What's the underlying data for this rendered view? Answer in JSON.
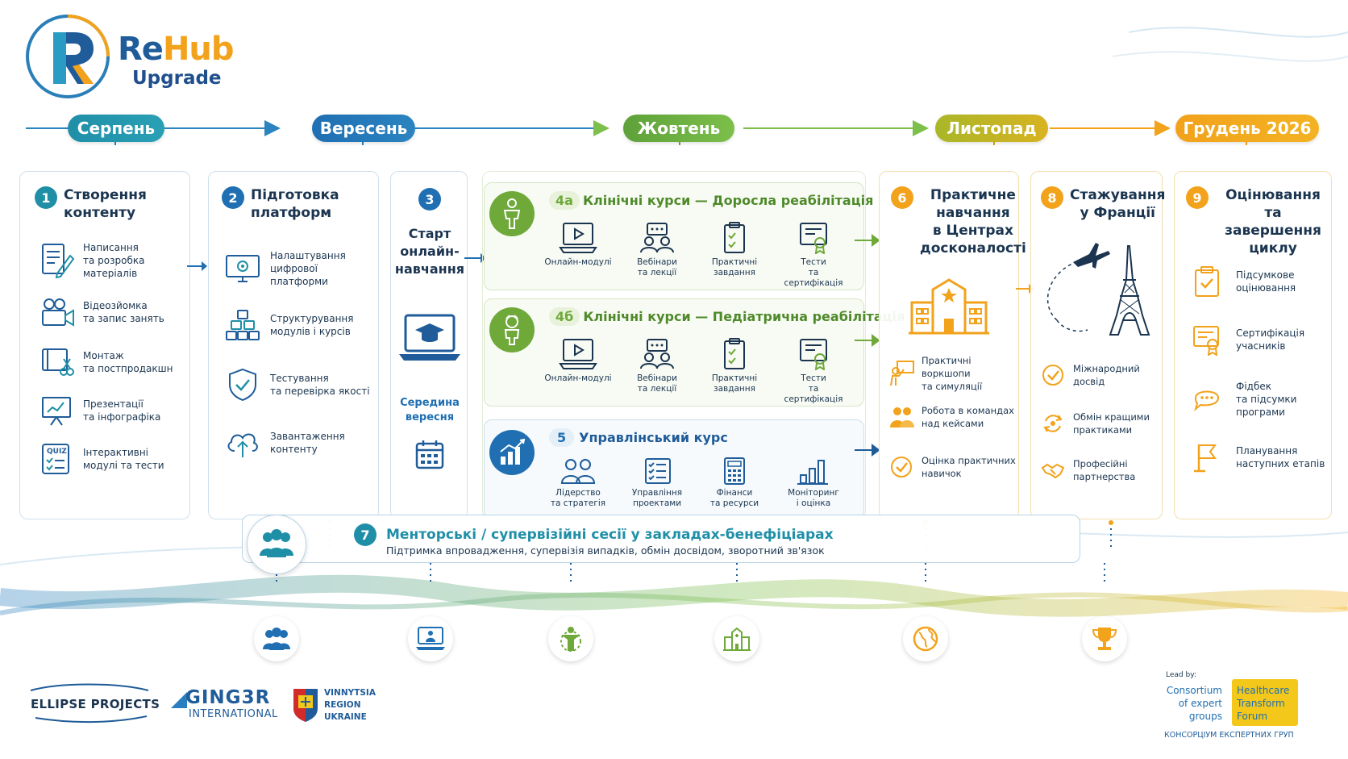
{
  "logo": {
    "word1": "Re",
    "word2": "Hub",
    "sub": "Upgrade"
  },
  "colors": {
    "blue": "#1f6fb2",
    "teal": "#1f8fa8",
    "green": "#6ea93a",
    "yellow": "#e7b21c",
    "orange": "#f2a21b",
    "navy": "#1b3550"
  },
  "months": [
    "Серпень",
    "Вересень",
    "Жовтень",
    "Листопад",
    "Грудень 2026"
  ],
  "col1": {
    "num": "1",
    "title": "Створення\nконтенту",
    "items": [
      {
        "icon": "document-pen-icon",
        "text": "Написання\nта розробка\nматеріалів"
      },
      {
        "icon": "video-camera-icon",
        "text": "Відеозйомка\nта запис занять"
      },
      {
        "icon": "film-edit-icon",
        "text": "Монтаж\nта постпродакшн"
      },
      {
        "icon": "presentation-board-icon",
        "text": "Презентації\nта інфографіка"
      },
      {
        "icon": "quiz-icon",
        "text": "Інтерактивні\nмодулі та тести"
      }
    ]
  },
  "col2": {
    "num": "2",
    "title": "Підготовка\nплатформ",
    "items": [
      {
        "icon": "monitor-settings-icon",
        "text": "Налаштування\nцифрової платформи"
      },
      {
        "icon": "modules-blocks-icon",
        "text": "Структурування\nмодулів і курсів"
      },
      {
        "icon": "shield-check-icon",
        "text": "Тестування\nта перевірка якості"
      },
      {
        "icon": "cloud-upload-icon",
        "text": "Завантаження\nконтенту"
      }
    ]
  },
  "col3": {
    "num": "3",
    "title": "Старт\nонлайн-\nнавчання",
    "mid": "Середина\nвересня"
  },
  "course4a": {
    "num": "4а",
    "title": "Клінічні курси — Доросла реабілітація",
    "items": [
      {
        "icon": "online-module-icon",
        "text": "Онлайн-модулі"
      },
      {
        "icon": "webinar-icon",
        "text": "Вебінари\nта лекції"
      },
      {
        "icon": "clipboard-check-icon",
        "text": "Практичні\nзавдання"
      },
      {
        "icon": "certificate-icon",
        "text": "Тести\nта сертифікація"
      }
    ]
  },
  "course4b": {
    "num": "4б",
    "title": "Клінічні курси — Педіатрична реабілітація",
    "items": [
      {
        "icon": "online-module-icon",
        "text": "Онлайн-модулі"
      },
      {
        "icon": "webinar-icon",
        "text": "Вебінари\nта лекції"
      },
      {
        "icon": "clipboard-check-icon",
        "text": "Практичні\nзавдання"
      },
      {
        "icon": "certificate-icon",
        "text": "Тести\nта сертифікація"
      }
    ]
  },
  "course5": {
    "num": "5",
    "title": "Управлінський курс",
    "items": [
      {
        "icon": "people-icon",
        "text": "Лідерство\nта стратегія"
      },
      {
        "icon": "checklist-icon",
        "text": "Управління\nпроектами"
      },
      {
        "icon": "calculator-icon",
        "text": "Фінанси\nта ресурси"
      },
      {
        "icon": "bar-chart-icon",
        "text": "Моніторинг\nі оцінка"
      }
    ]
  },
  "col6": {
    "num": "6",
    "title": "Практичне\nнавчання\nв Центрах\nдосконалості",
    "items": [
      {
        "icon": "workshop-icon",
        "text": "Практичні воркшопи\nта симуляції"
      },
      {
        "icon": "team-icon",
        "text": "Робота в командах\nнад кейсами"
      },
      {
        "icon": "check-circle-icon",
        "text": "Оцінка практичних\nнавичок"
      }
    ]
  },
  "col8": {
    "num": "8",
    "title": "Стажування\nу Франції",
    "items": [
      {
        "icon": "check-circle-icon",
        "text": "Міжнародний\nдосвід"
      },
      {
        "icon": "exchange-icon",
        "text": "Обмін кращими\nпрактиками"
      },
      {
        "icon": "handshake-icon",
        "text": "Професійні\nпартнерства"
      }
    ]
  },
  "col9": {
    "num": "9",
    "title": "Оцінювання\nта завершення\nциклу",
    "items": [
      {
        "icon": "clipboard-check-icon",
        "text": "Підсумкове\nоцінювання"
      },
      {
        "icon": "certificate-icon",
        "text": "Сертифікація\nучасників"
      },
      {
        "icon": "chat-bubble-icon",
        "text": "Фідбек\nта підсумки\nпрограми"
      },
      {
        "icon": "flag-icon",
        "text": "Планування\nнаступних етапів"
      }
    ]
  },
  "mentor": {
    "num": "7",
    "title": "Менторські / супервізійні сесії у закладах-бенефіціарах",
    "subtitle": "Підтримка впровадження, супервізія випадків, обмін досвідом, зворотний зв'язок"
  },
  "footer": {
    "ellipse": "ELLIPSE PROJECTS",
    "ginger1": "GING3R",
    "ginger2": "INTERNATIONAL",
    "vinnytsia": [
      "VINNYTSIA",
      "REGION",
      "UKRAINE"
    ],
    "lead_by": "Lead by:",
    "consortium": [
      "Consortium",
      "of expert",
      "groups"
    ],
    "htf": [
      "Healthcare",
      "Transform",
      "Forum"
    ],
    "consortium_ua": "КОНСОРЦІУМ ЕКСПЕРТНИХ ГРУП"
  }
}
